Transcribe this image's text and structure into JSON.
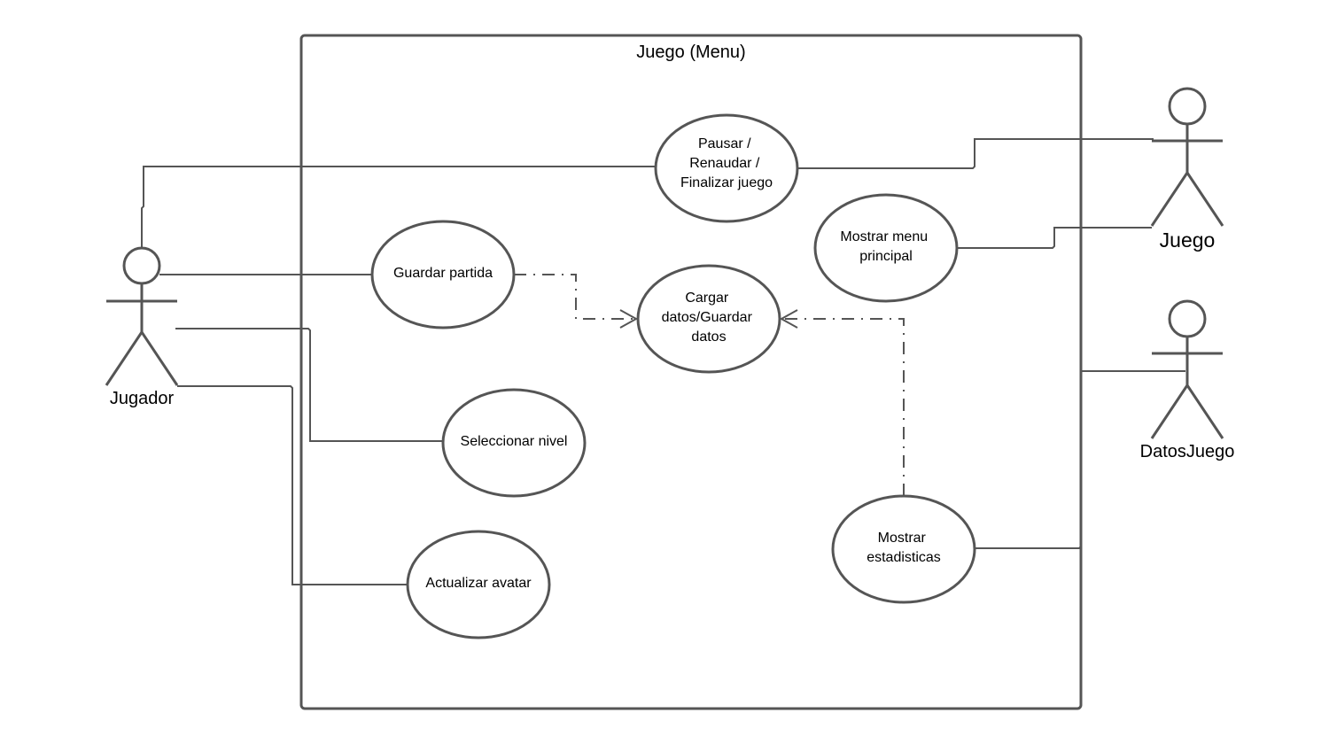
{
  "system": {
    "title": "Juego (Menu)"
  },
  "actors": {
    "jugador": "Jugador",
    "juego": "Juego",
    "datos_juego": "DatosJuego"
  },
  "use_cases": {
    "pausar": [
      "Pausar /",
      "Renaudar /",
      "Finalizar juego"
    ],
    "guardar_partida": [
      "Guardar partida"
    ],
    "cargar_datos": [
      "Cargar",
      "datos/Guardar",
      "datos"
    ],
    "mostrar_menu": [
      "Mostrar menu",
      "principal"
    ],
    "seleccionar_nivel": [
      "Seleccionar nivel"
    ],
    "actualizar_avatar": [
      "Actualizar avatar"
    ],
    "mostrar_estadisticas": [
      "Mostrar",
      "estadisticas"
    ]
  },
  "relationships": [
    {
      "from": "Jugador",
      "to": "Pausar / Renaudar / Finalizar juego",
      "type": "association"
    },
    {
      "from": "Jugador",
      "to": "Guardar partida",
      "type": "association"
    },
    {
      "from": "Jugador",
      "to": "Seleccionar nivel",
      "type": "association"
    },
    {
      "from": "Jugador",
      "to": "Actualizar avatar",
      "type": "association"
    },
    {
      "from": "Juego",
      "to": "Pausar / Renaudar / Finalizar juego",
      "type": "association"
    },
    {
      "from": "Juego",
      "to": "Mostrar menu principal",
      "type": "association"
    },
    {
      "from": "DatosJuego",
      "to": "Mostrar estadisticas",
      "type": "association"
    },
    {
      "from": "Guardar partida",
      "to": "Cargar datos/Guardar datos",
      "type": "dependency"
    },
    {
      "from": "Mostrar estadisticas",
      "to": "Cargar datos/Guardar datos",
      "type": "dependency"
    }
  ],
  "colors": {
    "line": "#555555",
    "text": "#000000",
    "background": "#ffffff"
  }
}
